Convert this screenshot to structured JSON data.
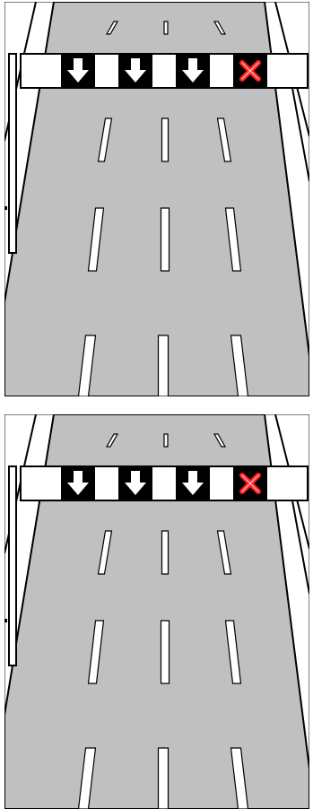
{
  "colors": {
    "road": "#c0c0c0",
    "verge": "#ffffff",
    "outline": "#000000",
    "lane_marking": "#ffffff",
    "gantry_board": "#ffffff",
    "arrow_sign_bg": "#000000",
    "arrow": "#ffffff",
    "closed_sign_bg": "#000000",
    "closed_cross": "#ff2020"
  },
  "panels": [
    {
      "id": "panel-1",
      "lane_signals": [
        {
          "lane": 1,
          "icon": "down-arrow-icon",
          "state": "open"
        },
        {
          "lane": 2,
          "icon": "down-arrow-icon",
          "state": "open"
        },
        {
          "lane": 3,
          "icon": "down-arrow-icon",
          "state": "open"
        },
        {
          "lane": 4,
          "icon": "red-cross-icon",
          "state": "closed"
        }
      ]
    },
    {
      "id": "panel-2",
      "lane_signals": [
        {
          "lane": 1,
          "icon": "down-arrow-icon",
          "state": "open"
        },
        {
          "lane": 2,
          "icon": "down-arrow-icon",
          "state": "open"
        },
        {
          "lane": 3,
          "icon": "down-arrow-icon",
          "state": "open"
        },
        {
          "lane": 4,
          "icon": "red-cross-icon",
          "state": "closed"
        }
      ]
    }
  ]
}
